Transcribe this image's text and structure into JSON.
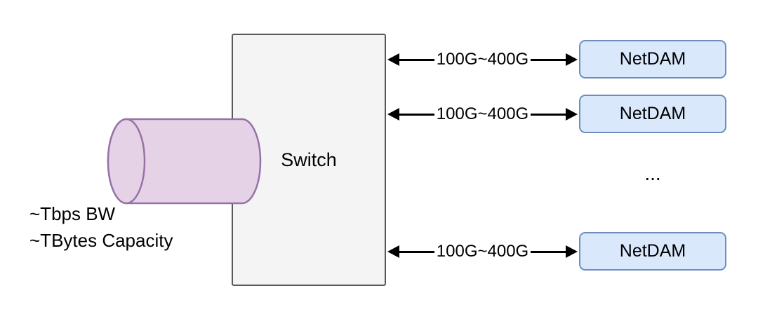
{
  "diagram": {
    "switch_label": "Switch",
    "memory_caption": {
      "line1": "~Tbps BW",
      "line2": "~TBytes Capacity"
    },
    "links": [
      "100G~400G",
      "100G~400G",
      "100G~400G"
    ],
    "netdam_nodes": [
      "NetDAM",
      "NetDAM",
      "NetDAM"
    ],
    "ellipsis": "...",
    "colors": {
      "netdam_fill": "#dae8fc",
      "netdam_border": "#6c8ebf",
      "switch_fill": "#f4f4f4",
      "switch_border": "#595959",
      "cylinder_fill": "#e6d2e7",
      "cylinder_border": "#9673a6",
      "arrow_color": "#000000"
    }
  }
}
